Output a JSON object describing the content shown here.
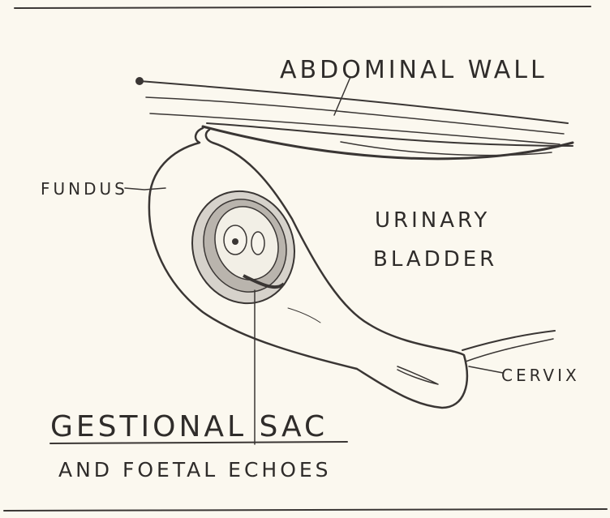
{
  "diagram": {
    "labels": {
      "abdominal_wall": "ABDOMINAL WALL",
      "fundus": "FUNDUS",
      "urinary": "URINARY",
      "bladder": "BLADDER",
      "cervix": "CERVIX",
      "gestational_sac": "GESTIONAL SAC",
      "foetal_echoes": "AND FOETAL ECHOES"
    },
    "colors": {
      "paper": "#fbf8ef",
      "ink": "#3a3634"
    }
  }
}
